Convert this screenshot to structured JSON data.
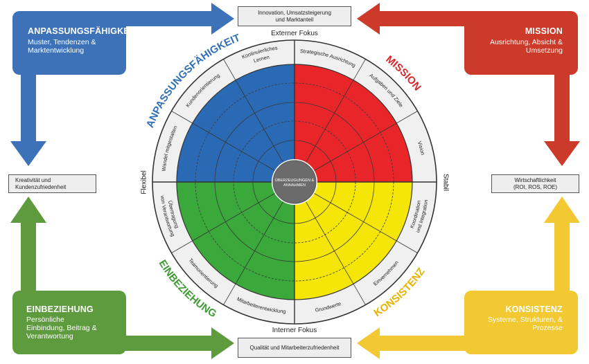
{
  "corners": {
    "top_left": {
      "title": "ANPASSUNGSFÄHIGKEIT",
      "sub1": "Muster, Tendenzen &",
      "sub2": "Marktentwicklung",
      "color": "#3d72b9"
    },
    "top_right": {
      "title": "MISSION",
      "sub1": "Ausrichtung, Absicht &",
      "sub2": "Umsetzung",
      "color": "#cc3a2a"
    },
    "bottom_left": {
      "title": "EINBEZIEHUNG",
      "sub1": "Persönliche",
      "sub2": "Einbindung, Beitrag &",
      "sub3": "Verantwortung",
      "color": "#5e9a3e"
    },
    "bottom_right": {
      "title": "KONSISTENZ",
      "sub1": "Systeme, Strukturen, &",
      "sub2": "Prozesse",
      "color": "#f2c932"
    }
  },
  "info_boxes": {
    "top": {
      "line1": "Innovation, Umsatzsteigerung",
      "line2": "und Marktanteil"
    },
    "left": {
      "line1": "Kreativität und",
      "line2": "Kundenzufriedenheit"
    },
    "right": {
      "line1": "Wirtschaftlichkeit",
      "line2": "(ROI, ROS, ROE)"
    },
    "bottom": {
      "line1": "Qualität und Mitarbeiterzufriedenheit"
    }
  },
  "axes": {
    "top": "Externer Fokus",
    "bottom": "Interner Fokus",
    "left": "Flexibel",
    "right": "Stabil"
  },
  "quadrant_labels": {
    "adaptability": "ANPASSUNGSFÄHIGKEIT",
    "mission": "MISSION",
    "involvement": "EINBEZIEHUNG",
    "consistency": "KONSISTENZ"
  },
  "center": {
    "line1": "ÜBERZEUGUNGEN &",
    "line2": "ANNAHMEN"
  },
  "segments": [
    {
      "key": "strategic",
      "line1": "Strategische Ausrichtung",
      "line2": ""
    },
    {
      "key": "goals",
      "line1": "Aufgaben und Ziele",
      "line2": ""
    },
    {
      "key": "vision",
      "line1": "Vision",
      "line2": ""
    },
    {
      "key": "coordination",
      "line1": "Koordination",
      "line2": "und Integration"
    },
    {
      "key": "agreement",
      "line1": "Einvernehmen",
      "line2": ""
    },
    {
      "key": "core_values",
      "line1": "Grundwerte",
      "line2": ""
    },
    {
      "key": "capability",
      "line1": "Mitarbeiterentwicklung",
      "line2": ""
    },
    {
      "key": "team",
      "line1": "Teamorientierung",
      "line2": ""
    },
    {
      "key": "empowerment",
      "line1": "Übertragung",
      "line2": "von Verantwortung"
    },
    {
      "key": "change",
      "line1": "Wandel mitgestalten",
      "line2": ""
    },
    {
      "key": "customer",
      "line1": "Kundenorientierung",
      "line2": ""
    },
    {
      "key": "learning",
      "line1": "Kontinuierliches",
      "line2": "Lernen"
    }
  ],
  "colors": {
    "adaptability": "#2a6ab5",
    "mission": "#e8262a",
    "consistency": "#f6e607",
    "involvement": "#3aa83a",
    "center": "#6b6b6b",
    "ring": "#f0f0f0",
    "title_blue": "#2f6fb7",
    "title_red": "#d7282a",
    "title_green": "#3f9c35",
    "title_yellow": "#e6b300"
  }
}
